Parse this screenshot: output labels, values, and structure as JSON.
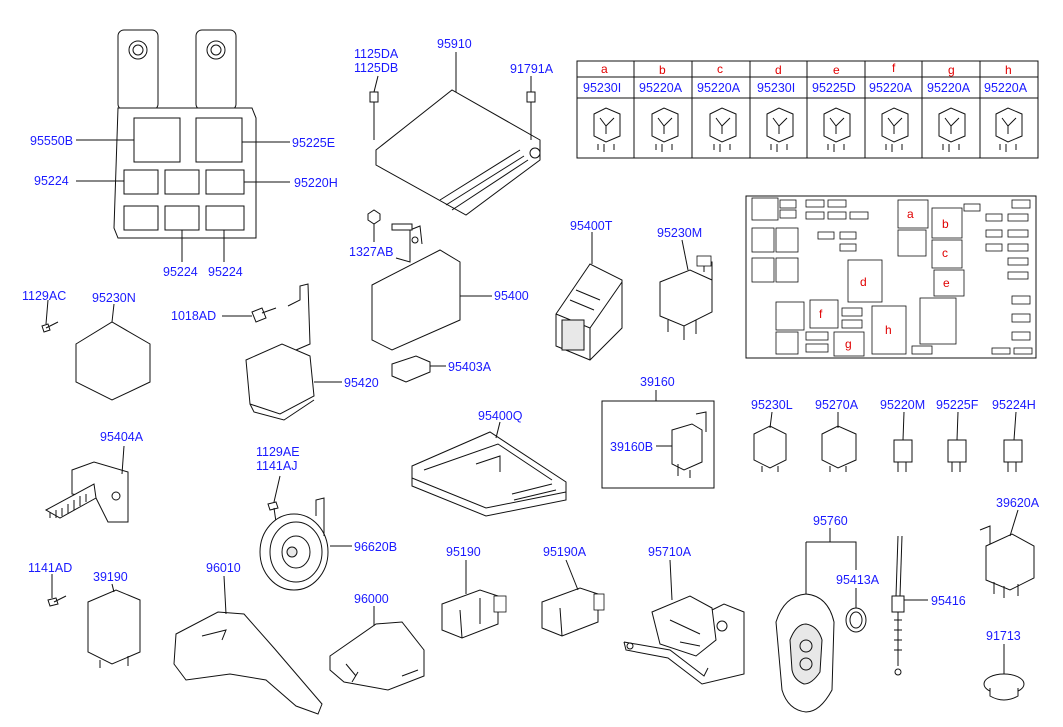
{
  "labels": {
    "p95550B": "95550B",
    "p95225E": "95225E",
    "p95224_left": "95224",
    "p95220H": "95220H",
    "p95224_b1": "95224",
    "p95224_b2": "95224",
    "p1125DA": "1125DA",
    "p1125DB": "1125DB",
    "p95910": "95910",
    "p91791A": "91791A",
    "p1327AB": "1327AB",
    "p95400": "95400",
    "p95403A": "95403A",
    "p95400T": "95400T",
    "p95230M": "95230M",
    "p1129AC": "1129AC",
    "p95230N": "95230N",
    "p1018AD": "1018AD",
    "p95420": "95420",
    "p95404A": "95404A",
    "p95400Q": "95400Q",
    "p39160": "39160",
    "p39160B": "39160B",
    "p95230L": "95230L",
    "p95270A": "95270A",
    "p95220M": "95220M",
    "p95225F": "95225F",
    "p95224H": "95224H",
    "p1129AE": "1129AE",
    "p1141AJ": "1141AJ",
    "p96620B": "96620B",
    "p1141AD": "1141AD",
    "p39190": "39190",
    "p96010": "96010",
    "p96000": "96000",
    "p95190": "95190",
    "p95190A": "95190A",
    "p95710A": "95710A",
    "p95760": "95760",
    "p95413A": "95413A",
    "p95416": "95416",
    "p39620A": "39620A",
    "p91713": "91713"
  },
  "relay_table": {
    "letters": [
      "a",
      "b",
      "c",
      "d",
      "e",
      "f",
      "g",
      "h"
    ],
    "parts": [
      "95230I",
      "95220A",
      "95220A",
      "95230I",
      "95225D",
      "95220A",
      "95220A",
      "95220A"
    ]
  },
  "fusebox_markers": [
    "a",
    "b",
    "c",
    "d",
    "e",
    "f",
    "g",
    "h"
  ],
  "colors": {
    "label": "#1a1aff",
    "marker": "#e00000",
    "line": "#111111"
  }
}
